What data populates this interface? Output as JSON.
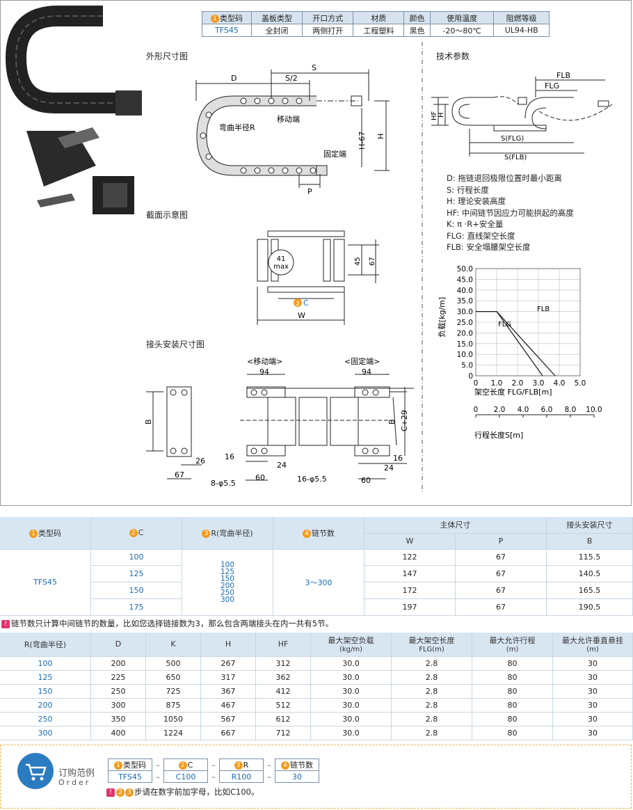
{
  "spec_table": {
    "headers": [
      "类型码",
      "盖板类型",
      "开口方式",
      "材质",
      "颜色",
      "使用温度",
      "阻燃等级"
    ],
    "header_num": "1",
    "values": [
      "TFS45",
      "全封闭",
      "两侧打开",
      "工程塑料",
      "黑色",
      "-20～80℃",
      "UL94-HB"
    ]
  },
  "sections": {
    "outline": "外形尺寸图",
    "tech": "技术参数",
    "section_view": "截面示意图",
    "joint": "接头安装尺寸图"
  },
  "outline_labels": {
    "D": "D",
    "S2": "S/2",
    "S": "S",
    "H67": "H-67",
    "H": "H",
    "P": "P",
    "move_end": "移动端",
    "fixed_end": "固定端",
    "bend": "弯曲半径R"
  },
  "tech_labels": {
    "FLB": "FLB",
    "FLG": "FLG",
    "HF": "HF",
    "H": "H",
    "S_FLG": "S(FLG)",
    "S_FLB": "S(FLB)"
  },
  "legend": [
    "D: 拖链退回极限位置时最小距离",
    "S: 行程长度",
    "H: 理论安装高度",
    "HF: 中间链节因应力可能拱起的高度",
    "K: π ·R+安全量",
    "FLG: 直线架空长度",
    "FLB: 安全塌腰架空长度"
  ],
  "section_labels": {
    "max_top": "41",
    "max_bottom": "max",
    "d45": "45",
    "d67": "67",
    "c_num": "2",
    "c": "C",
    "w": "W"
  },
  "joint_labels": {
    "move": "<移动端>",
    "fixed": "<固定端>",
    "d94a": "94",
    "d94b": "94",
    "B1": "B",
    "B2": "B",
    "C29": "C+29",
    "d26": "26",
    "d67": "67",
    "d8": "8-φ5.5",
    "d16a": "16",
    "d60a": "60",
    "d24a": "24",
    "d16phi": "16-φ5.5",
    "d16b": "16",
    "d24b": "24",
    "d60b": "60"
  },
  "chart_data": {
    "type": "line",
    "ylabel": "负载[kg/m]",
    "xlabel": "架空长度 FLG/FLB[m]",
    "x2label": "行程长度S[m]",
    "yticks": [
      "50.0",
      "45.0",
      "40.0",
      "35.0",
      "30.0",
      "25.0",
      "20.0",
      "15.0",
      "10.0",
      "5.0",
      "0"
    ],
    "xticks": [
      "0",
      "1.0",
      "2.0",
      "3.0",
      "4.0",
      "5.0"
    ],
    "x2ticks": [
      "0",
      "2.0",
      "4.0",
      "6.0",
      "8.0",
      "10.0"
    ],
    "ylim": [
      0,
      50
    ],
    "xlim": [
      0,
      5
    ],
    "series": [
      {
        "name": "FLG",
        "x": [
          0,
          1.0,
          3.2
        ],
        "y": [
          30,
          30,
          0
        ]
      },
      {
        "name": "FLB",
        "x": [
          0,
          1.0,
          3.8
        ],
        "y": [
          30,
          30,
          0
        ]
      }
    ]
  },
  "table1": {
    "h_type": "类型码",
    "h_c": "C",
    "h_r": "R(弯曲半径)",
    "h_links": "链节数",
    "h_body": "主体尺寸",
    "h_joint": "接头安装尺寸",
    "h_w": "W",
    "h_p": "P",
    "h_b": "B",
    "n1": "1",
    "n2": "2",
    "n3": "3",
    "n4": "4",
    "type_code": "TFS45",
    "links": "3～300",
    "r_values": [
      "100",
      "125",
      "150",
      "200",
      "250",
      "300"
    ],
    "rows": [
      {
        "c": "100",
        "w": "122",
        "p": "67",
        "b": "115.5"
      },
      {
        "c": "125",
        "w": "147",
        "p": "67",
        "b": "140.5"
      },
      {
        "c": "150",
        "w": "172",
        "p": "67",
        "b": "165.5"
      },
      {
        "c": "175",
        "w": "197",
        "p": "67",
        "b": "190.5"
      }
    ]
  },
  "note1": "链节数只计算中间链节的数量，比如您选择链接数为3，那么包含两端接头在内一共有5节。",
  "table2": {
    "headers": [
      "R(弯曲半径)",
      "D",
      "K",
      "H",
      "HF",
      "最大架空负载",
      "最大架空长度",
      "最大允许行程",
      "最大允许垂直悬挂"
    ],
    "subheaders": [
      "",
      "",
      "",
      "",
      "",
      "(kg/m)",
      "FLG(m)",
      "(m)",
      "(m)"
    ],
    "rows": [
      [
        "100",
        "200",
        "500",
        "267",
        "312",
        "30.0",
        "2.8",
        "80",
        "30"
      ],
      [
        "125",
        "225",
        "650",
        "317",
        "362",
        "30.0",
        "2.8",
        "80",
        "30"
      ],
      [
        "150",
        "250",
        "725",
        "367",
        "412",
        "30.0",
        "2.8",
        "80",
        "30"
      ],
      [
        "200",
        "300",
        "875",
        "467",
        "512",
        "30.0",
        "2.8",
        "80",
        "30"
      ],
      [
        "250",
        "350",
        "1050",
        "567",
        "612",
        "30.0",
        "2.8",
        "80",
        "30"
      ],
      [
        "300",
        "400",
        "1224",
        "667",
        "712",
        "30.0",
        "2.8",
        "80",
        "30"
      ]
    ]
  },
  "order": {
    "title": "订购范例",
    "title_en": "Order",
    "h1": "类型码",
    "h2": "C",
    "h3": "R",
    "h4": "链节数",
    "v1": "TFS45",
    "v2": "C100",
    "v3": "R100",
    "v4": "30",
    "dash": "–",
    "note": "步请在数字前加字母，比如C100。"
  },
  "colors": {
    "accent": "#1a6ab3",
    "header_bg": "#d8e6f2",
    "badge": "#f29a1d",
    "warn": "#e0336f"
  }
}
